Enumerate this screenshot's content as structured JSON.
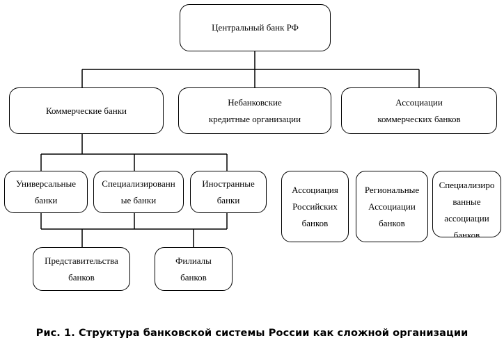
{
  "nodes": {
    "central_bank": "Центральный банк РФ",
    "commercial_banks": "Коммерческие банки",
    "nonbank_credit": "Небанковские\nкредитные организации",
    "associations_commercial": "Ассоциации\nкоммерческих банков",
    "universal_banks": "Универсальные\nбанки",
    "specialized_banks": "Специализированн\nые банки",
    "foreign_banks": "Иностранные\nбанки",
    "representative_offices": "Представительства\nбанков",
    "branches": "Филиалы\nбанков",
    "association_russian": "Ассоциация\nРоссийских\nбанков",
    "regional_associations": "Региональные\nАссоциации\nбанков",
    "specialized_associations": "Специализиро\nванные\nассоциации\nбанков"
  },
  "caption": "Рис. 1. Структура банковской системы России как сложной организации"
}
